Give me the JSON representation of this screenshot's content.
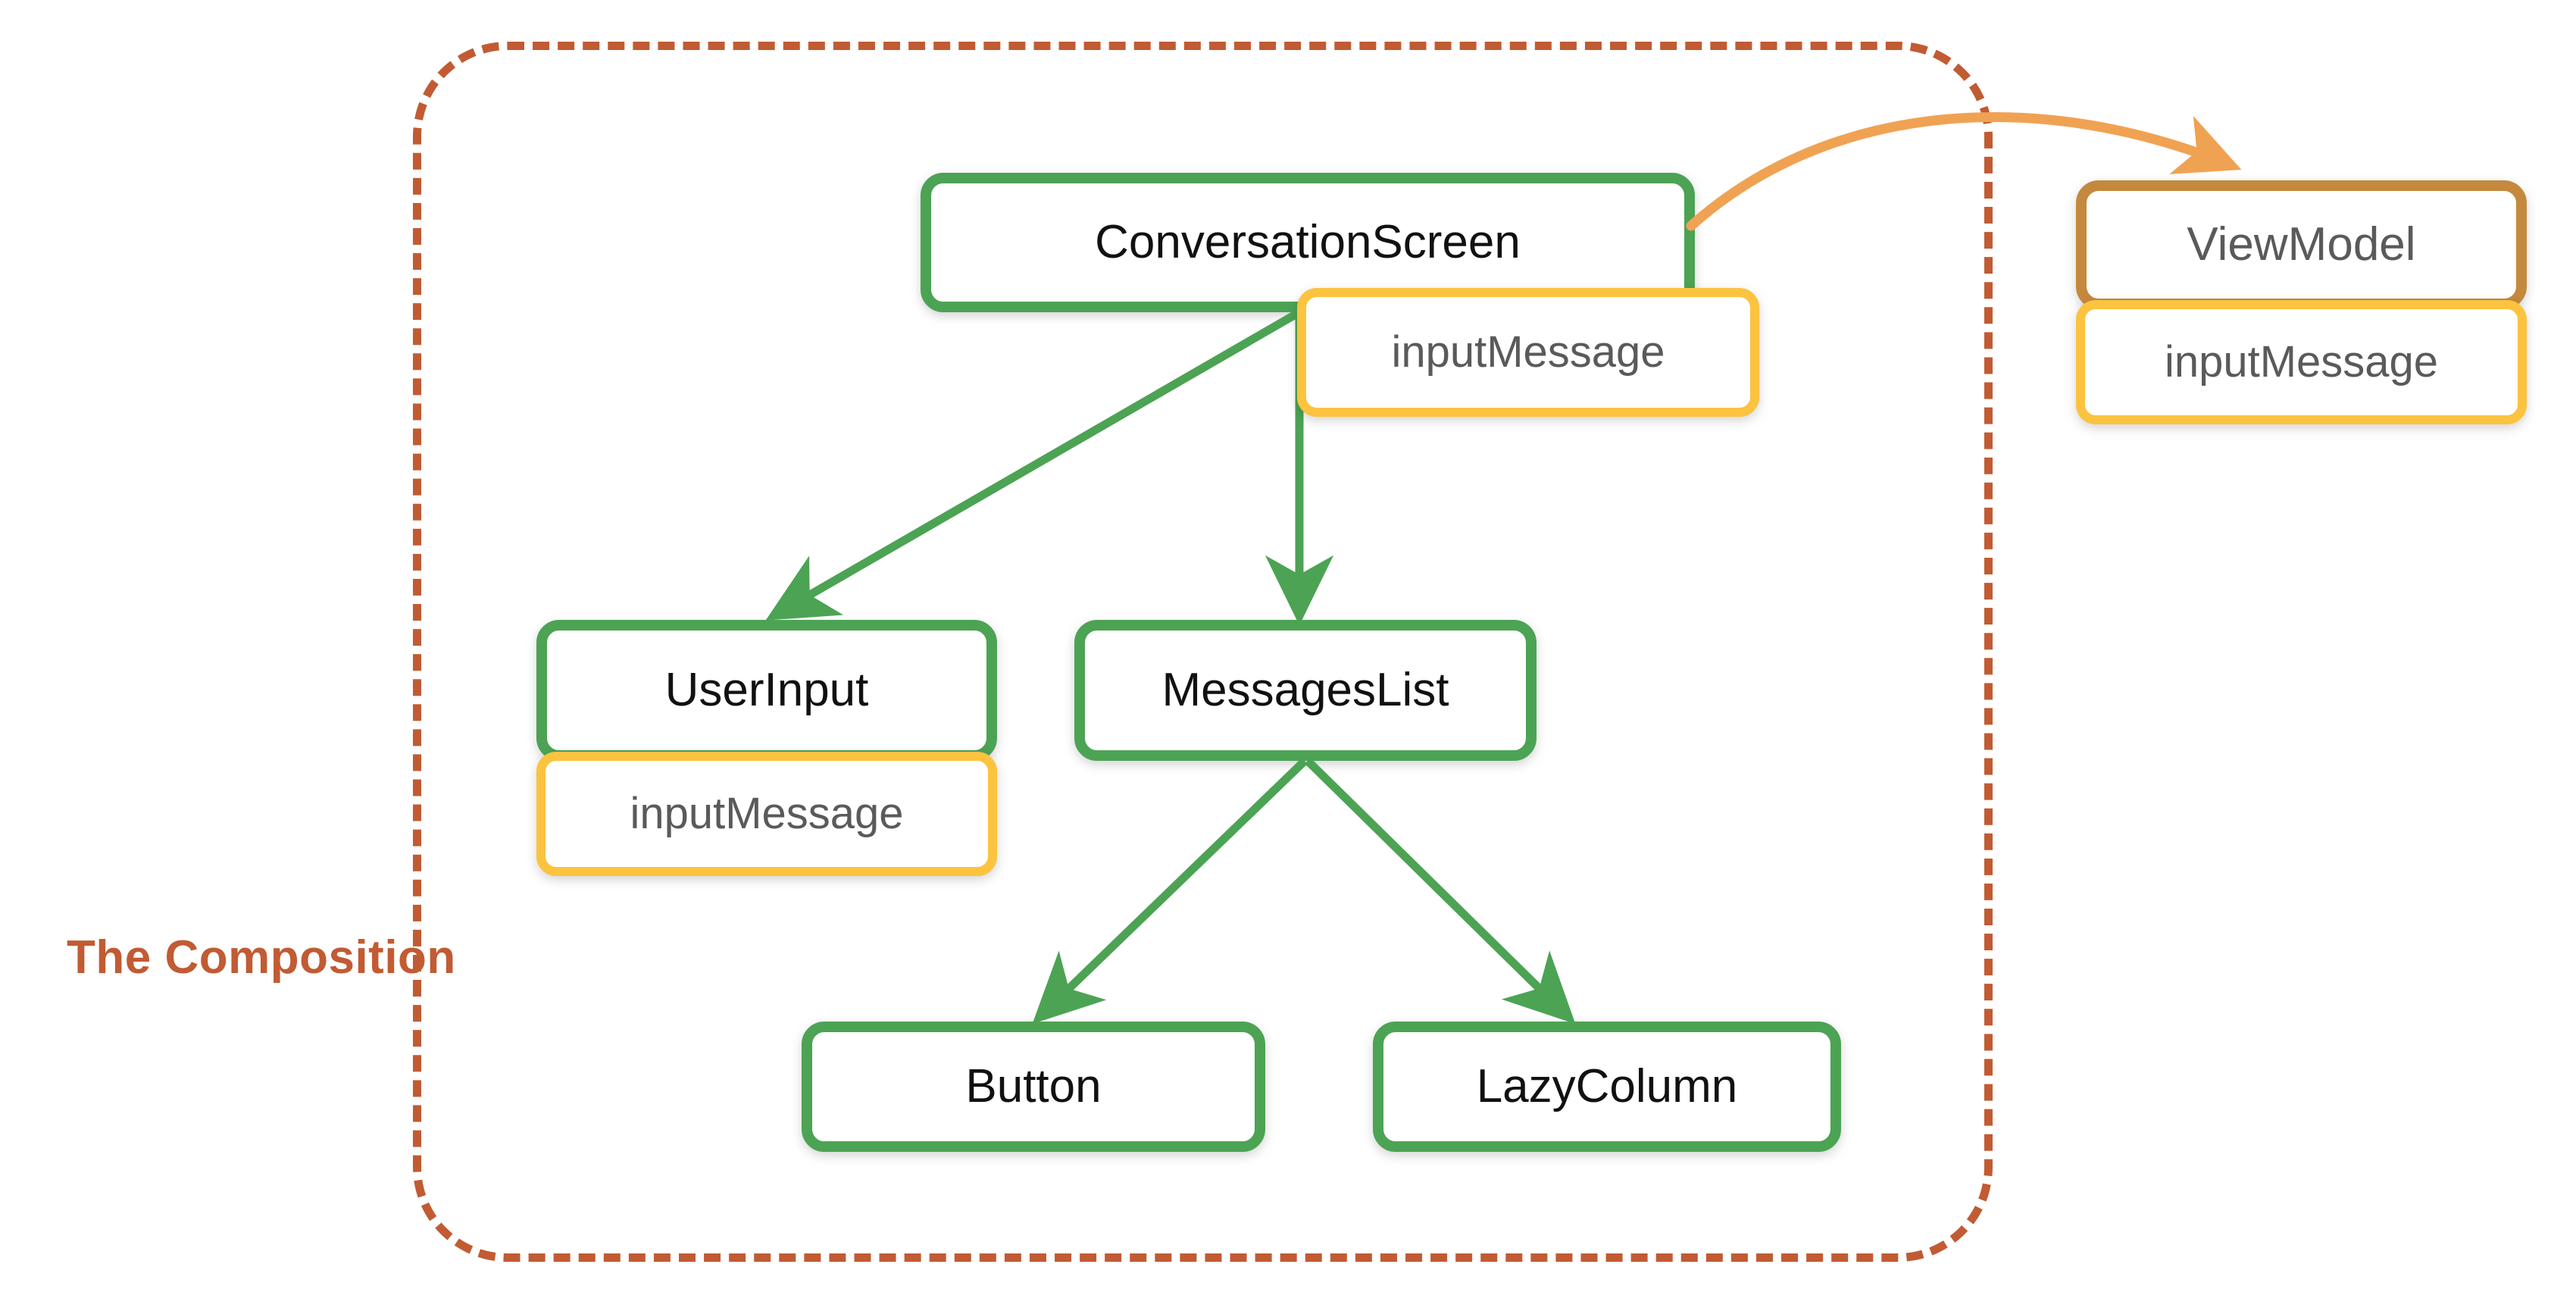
{
  "diagram": {
    "title_label": "The Composition",
    "colors": {
      "composable_border": "#4CA354",
      "state_border": "#FBC33F",
      "viewmodel_border": "#C4893C",
      "composition_outline": "#C15B33",
      "state_arrow": "#F5A94E",
      "node_text": "#111111",
      "state_text": "#5A5A5A",
      "background": "#FFFFFF"
    },
    "nodes": {
      "conversation_screen": {
        "label": "ConversationScreen",
        "kind": "composable"
      },
      "conversation_screen_state": {
        "label": "inputMessage",
        "kind": "state"
      },
      "view_model": {
        "label": "ViewModel",
        "kind": "viewmodel"
      },
      "view_model_state": {
        "label": "inputMessage",
        "kind": "state"
      },
      "user_input": {
        "label": "UserInput",
        "kind": "composable"
      },
      "user_input_state": {
        "label": "inputMessage",
        "kind": "state"
      },
      "messages_list": {
        "label": "MessagesList",
        "kind": "composable"
      },
      "button": {
        "label": "Button",
        "kind": "composable"
      },
      "lazy_column": {
        "label": "LazyColumn",
        "kind": "composable"
      }
    },
    "edges": [
      {
        "from": "conversation_screen",
        "to": "user_input",
        "style": "solid-green"
      },
      {
        "from": "conversation_screen",
        "to": "messages_list",
        "style": "solid-green"
      },
      {
        "from": "messages_list",
        "to": "button",
        "style": "solid-green"
      },
      {
        "from": "messages_list",
        "to": "lazy_column",
        "style": "solid-green"
      },
      {
        "from": "conversation_screen",
        "to": "view_model",
        "style": "curved-orange"
      }
    ]
  }
}
